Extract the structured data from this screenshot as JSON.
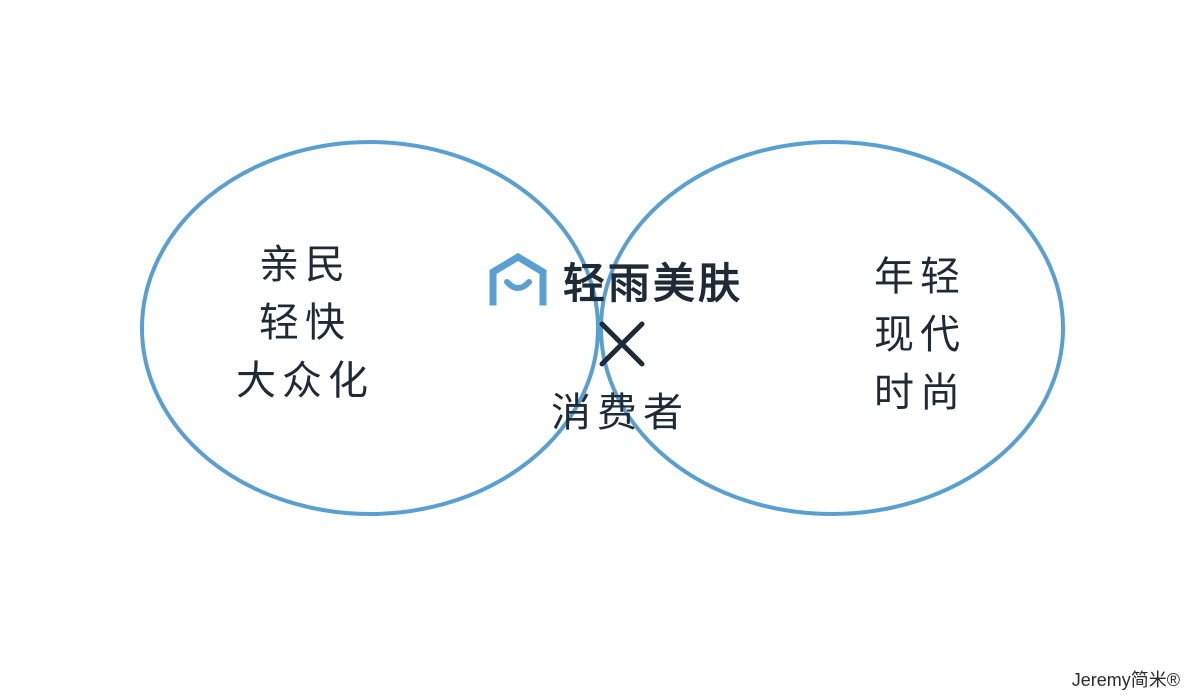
{
  "diagram": {
    "left_circle": {
      "lines": [
        "亲民",
        "轻快",
        "大众化"
      ]
    },
    "right_circle": {
      "lines": [
        "年轻",
        "现代",
        "时尚"
      ]
    },
    "center": {
      "brand_name": "轻雨美肤",
      "cross_icon": "cross-icon",
      "consumer": "消费者"
    },
    "icons": {
      "brand": "house-smile-icon",
      "cross": "cross-icon"
    },
    "colors": {
      "circle_stroke": "#5a9fd2",
      "brand_icon": "#5a9fd2",
      "text": "#1f2a36"
    }
  },
  "watermark": {
    "text": "Jeremy简米®"
  }
}
